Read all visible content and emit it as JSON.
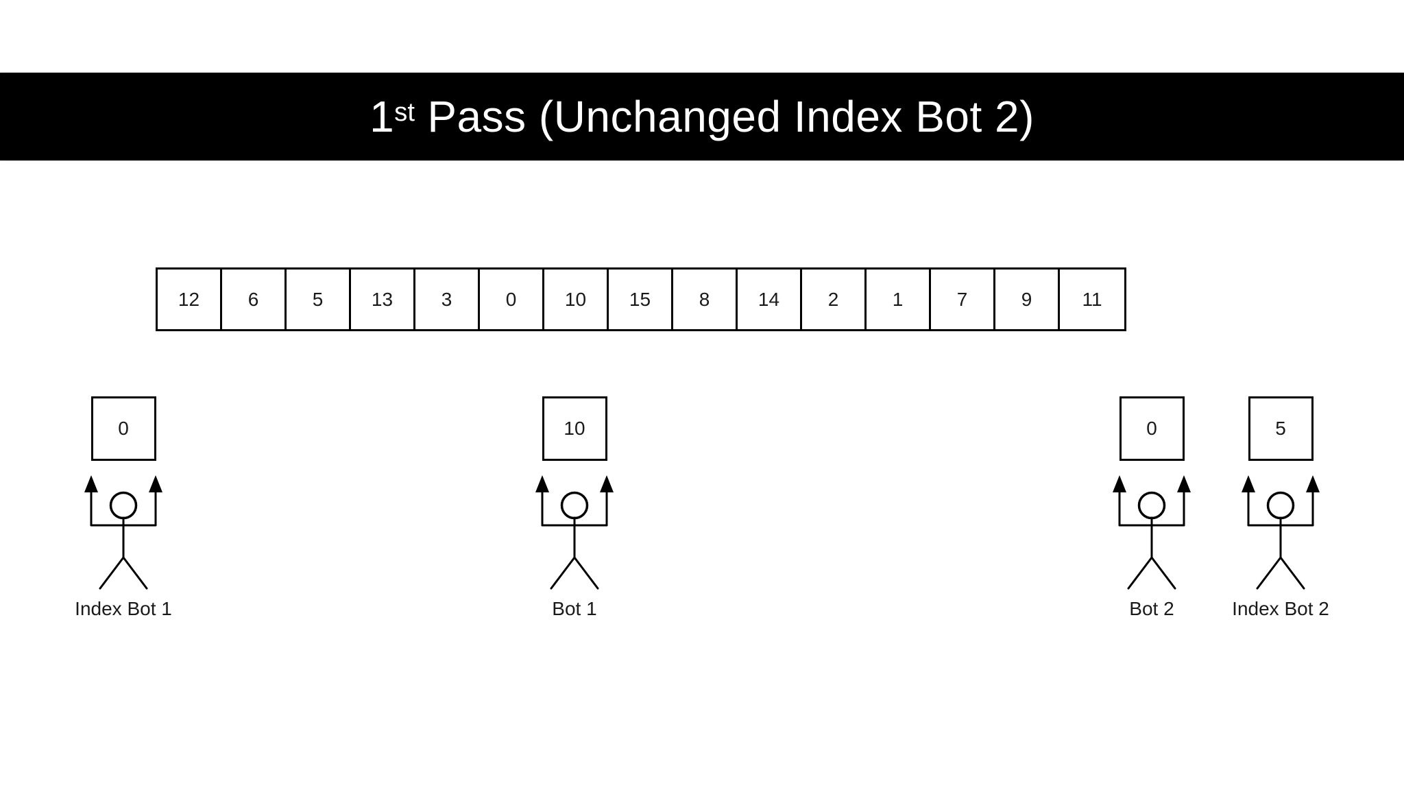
{
  "title": {
    "number": "1",
    "ordinal": "st",
    "rest": " Pass (Unchanged Index Bot 2)"
  },
  "array": {
    "values": [
      "12",
      "6",
      "5",
      "13",
      "3",
      "0",
      "10",
      "15",
      "8",
      "14",
      "2",
      "1",
      "7",
      "9",
      "11"
    ]
  },
  "bots": [
    {
      "label": "Index Bot 1",
      "value": "0"
    },
    {
      "label": "Bot 1",
      "value": "10"
    },
    {
      "label": "Bot 2",
      "value": "0"
    },
    {
      "label": "Index Bot 2",
      "value": "5"
    }
  ],
  "colors": {
    "background": "#ffffff",
    "title_bar": "#000000",
    "title_text": "#ffffff",
    "line": "#000000",
    "text": "#1a1a1a"
  }
}
